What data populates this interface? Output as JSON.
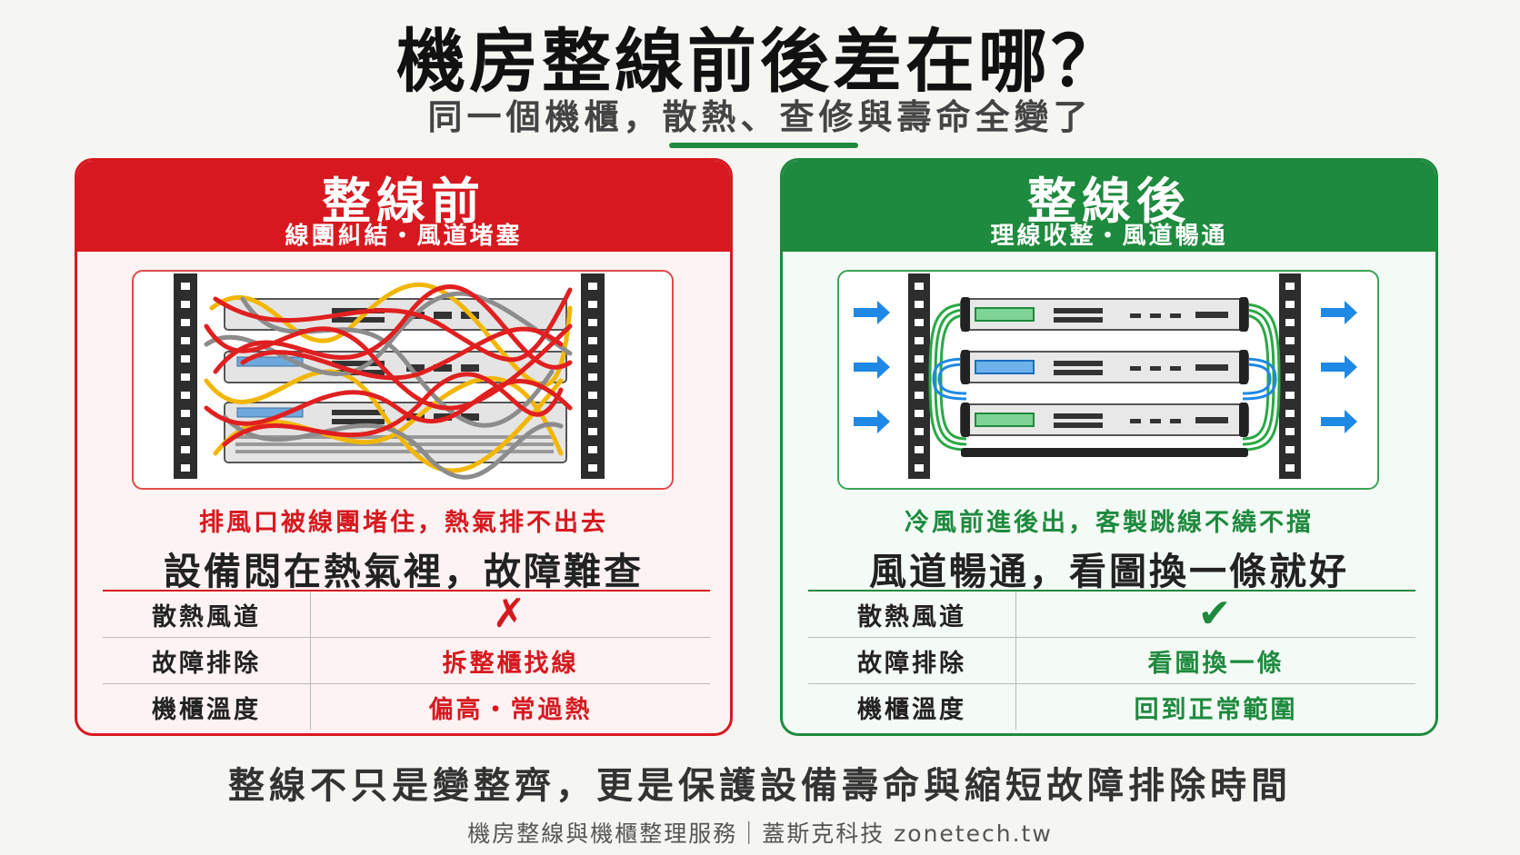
{
  "title": "機房整線前後差在哪？",
  "subtitle": "同一個機櫃，散熱、查修與壽命全變了",
  "before": {
    "heading": "整線前",
    "tagline": "線團糾結・風道堵塞",
    "caption": "排風口被線團堵住，熱氣排不出去",
    "headline": "設備悶在熱氣裡，故障難查",
    "rows": [
      {
        "label": "散熱風道",
        "value": "✗"
      },
      {
        "label": "故障排除",
        "value": "拆整櫃找線"
      },
      {
        "label": "機櫃溫度",
        "value": "偏高・常過熱"
      }
    ],
    "accent_color": "#d7191f"
  },
  "after": {
    "heading": "整線後",
    "tagline": "理線收整・風道暢通",
    "caption": "冷風前進後出，客製跳線不繞不擋",
    "headline": "風道暢通，看圖換一條就好",
    "rows": [
      {
        "label": "散熱風道",
        "value": "✔"
      },
      {
        "label": "故障排除",
        "value": "看圖換一條"
      },
      {
        "label": "機櫃溫度",
        "value": "回到正常範圍"
      }
    ],
    "accent_color": "#1e8a3e"
  },
  "summary": "整線不只是變整齊，更是保護設備壽命與縮短故障排除時間",
  "footer": "機房整線與機櫃整理服務｜蓋斯克科技 zonetech.tw",
  "icons": {
    "before_status": "cross-icon",
    "after_status": "check-icon",
    "airflow": "arrow-right-icon"
  }
}
